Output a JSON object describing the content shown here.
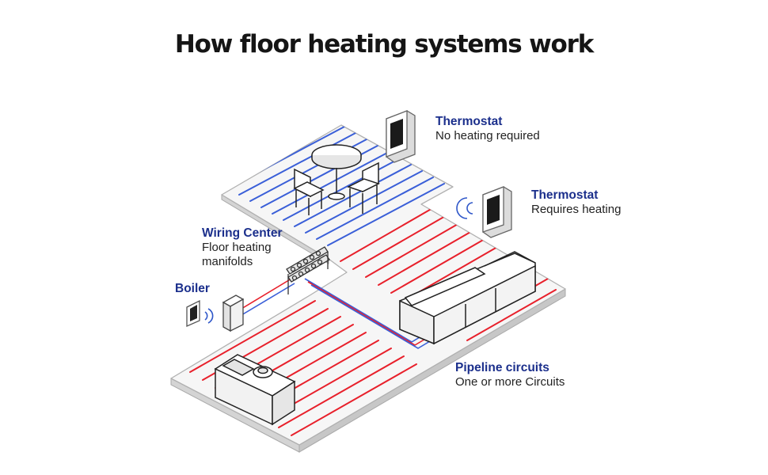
{
  "title": "How floor heating systems work",
  "labels": {
    "thermostat_off": {
      "heading": "Thermostat",
      "text": "No heating required"
    },
    "thermostat_on": {
      "heading": "Thermostat",
      "text": "Requires heating"
    },
    "wiring_center": {
      "heading": "Wiring Center",
      "text_line1": "Floor heating",
      "text_line2": "manifolds"
    },
    "boiler": {
      "heading": "Boiler"
    },
    "pipeline": {
      "heading": "Pipeline circuits",
      "text": "One or more Circuits"
    }
  },
  "colors": {
    "heading_blue": "#1b2f8c",
    "hot_pipe": "#e8202b",
    "cold_pipe": "#3a5fd8",
    "floor_fill": "#f5f5f5",
    "floor_edge": "#b5b5b5"
  }
}
